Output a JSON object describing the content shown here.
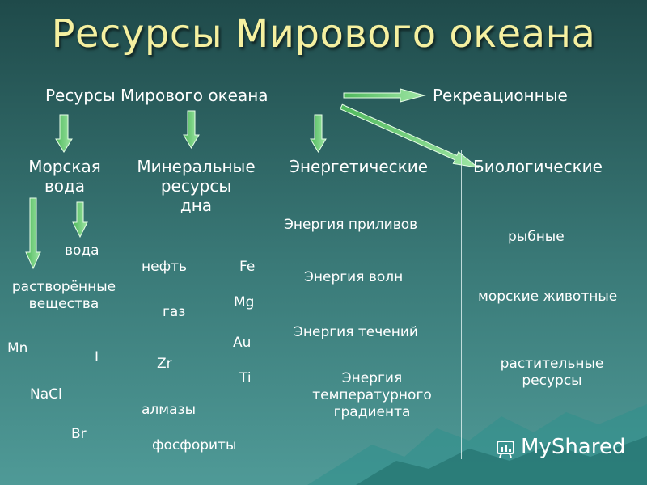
{
  "title": "Ресурсы  Мирового  океана",
  "root": "Ресурсы  Мирового  океана",
  "recreational": "Рекреационные",
  "columns": {
    "sea_water": {
      "heading_line1": "Морская",
      "heading_line2": "вода",
      "items": [
        "вода",
        "растворённые",
        "вещества",
        "Mn",
        "I",
        "NaCl",
        "Br"
      ]
    },
    "mineral": {
      "heading_line1": "Минеральные",
      "heading_line2": "ресурсы",
      "heading_line3": "дна",
      "items": [
        "нефть",
        "Fe",
        "Mg",
        "газ",
        "Au",
        "Zr",
        "Ti",
        "алмазы",
        "фосфориты"
      ]
    },
    "energy": {
      "heading": "Энергетические",
      "items": [
        "Энергия  приливов",
        "Энергия  волн",
        "Энергия  течений",
        "Энергия",
        "температурного",
        "градиента"
      ]
    },
    "biological": {
      "heading": "Биологические",
      "items": [
        "рыбные",
        "морские  животные",
        "растительные",
        "ресурсы"
      ]
    }
  },
  "watermark": "MyShared",
  "colors": {
    "arrow_fill": "#6fcf7a",
    "arrow_stroke": "#e8ffe8",
    "title": "#f5f0a0"
  }
}
